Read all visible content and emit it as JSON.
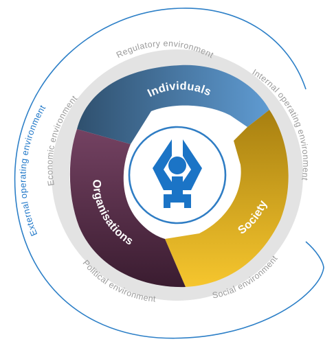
{
  "diagram": {
    "external_label": "External operating environment",
    "ring_labels": {
      "regulatory": "Regulatory environment",
      "internal": "Internal operating environment",
      "social": "Social environment",
      "political": "Political environment",
      "economic": "Economic environment"
    },
    "segments": {
      "individuals": "Individuals",
      "society": "Society",
      "organisations": "Organisations"
    },
    "colors": {
      "external_outline": "#2c7fc7",
      "ring": "#e6e6e6",
      "ring_text": "#9a9a9a",
      "individuals_start": "#2e4f6d",
      "individuals_end": "#5e9ad0",
      "society_start": "#b58a12",
      "society_end": "#f2c12a",
      "organisations_start": "#6c3b57",
      "organisations_end": "#3f1f33",
      "logo": "#1b74c6"
    },
    "center_icon": "hands-person-logo-icon"
  }
}
